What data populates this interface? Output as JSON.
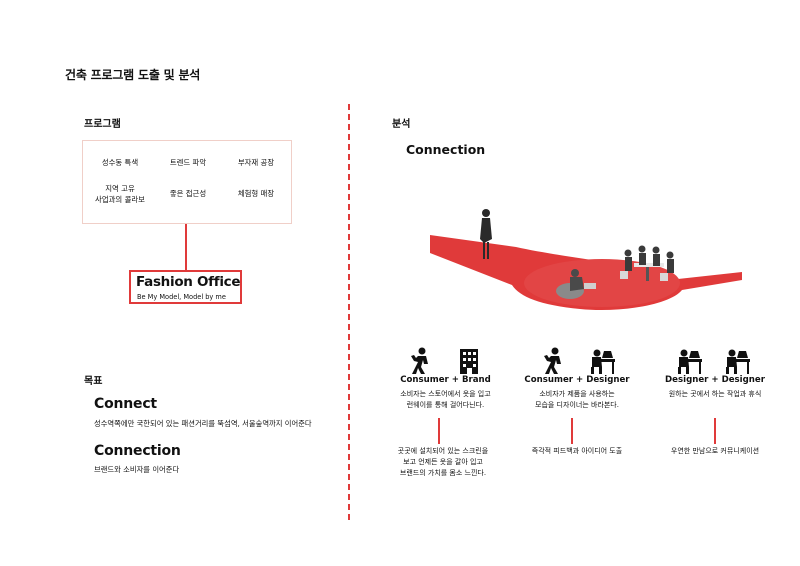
{
  "page_title": "건축 프로그램 도출 및 분석",
  "program": {
    "label": "프로그램",
    "items": [
      "성수동 특색",
      "트렌드 파악",
      "부자재 공장",
      "지역 고유\n사업과의 콜라보",
      "좋은 접근성",
      "체험형 매장"
    ],
    "result_title": "Fashion Office",
    "result_subtitle": "Be My Model, Model by me"
  },
  "goal": {
    "label": "목표",
    "items": [
      {
        "title": "Connect",
        "desc": "성수역쪽에만 국한되어 있는 패션거리를 뚝섬역, 서울숲역까지 이어준다"
      },
      {
        "title": "Connection",
        "desc": "브랜드와 소비자를 이어준다"
      }
    ]
  },
  "analysis": {
    "label": "분석",
    "title": "Connection",
    "columns": [
      {
        "title": "Consumer + Brand",
        "desc": "소비자는 스토어에서 옷을 입고\n런웨이를 통해 걸어다닌다.",
        "result": "곳곳에 설치되어 있는 스크린을\n보고 언제든 옷을 갈아 입고\n브랜드의 가치를 몸소 느낀다.",
        "icons": [
          "walking-person-icon",
          "building-icon"
        ]
      },
      {
        "title": "Consumer + Designer",
        "desc": "소비자가 제품을 사용하는\n모습을 디자이너는 바라본다.",
        "result": "즉각적 피드백과 아이디어 도출",
        "icons": [
          "walking-person-icon",
          "designer-desk-icon"
        ]
      },
      {
        "title": "Designer + Designer",
        "desc": "원하는 곳에서 하는 작업과 휴식",
        "result": "우연한 만남으로 커뮤니케이션",
        "icons": [
          "designer-desk-icon",
          "designer-desk-icon"
        ]
      }
    ]
  },
  "colors": {
    "accent": "#e03a3a",
    "box_border": "#f0cfc8",
    "text": "#111111"
  }
}
